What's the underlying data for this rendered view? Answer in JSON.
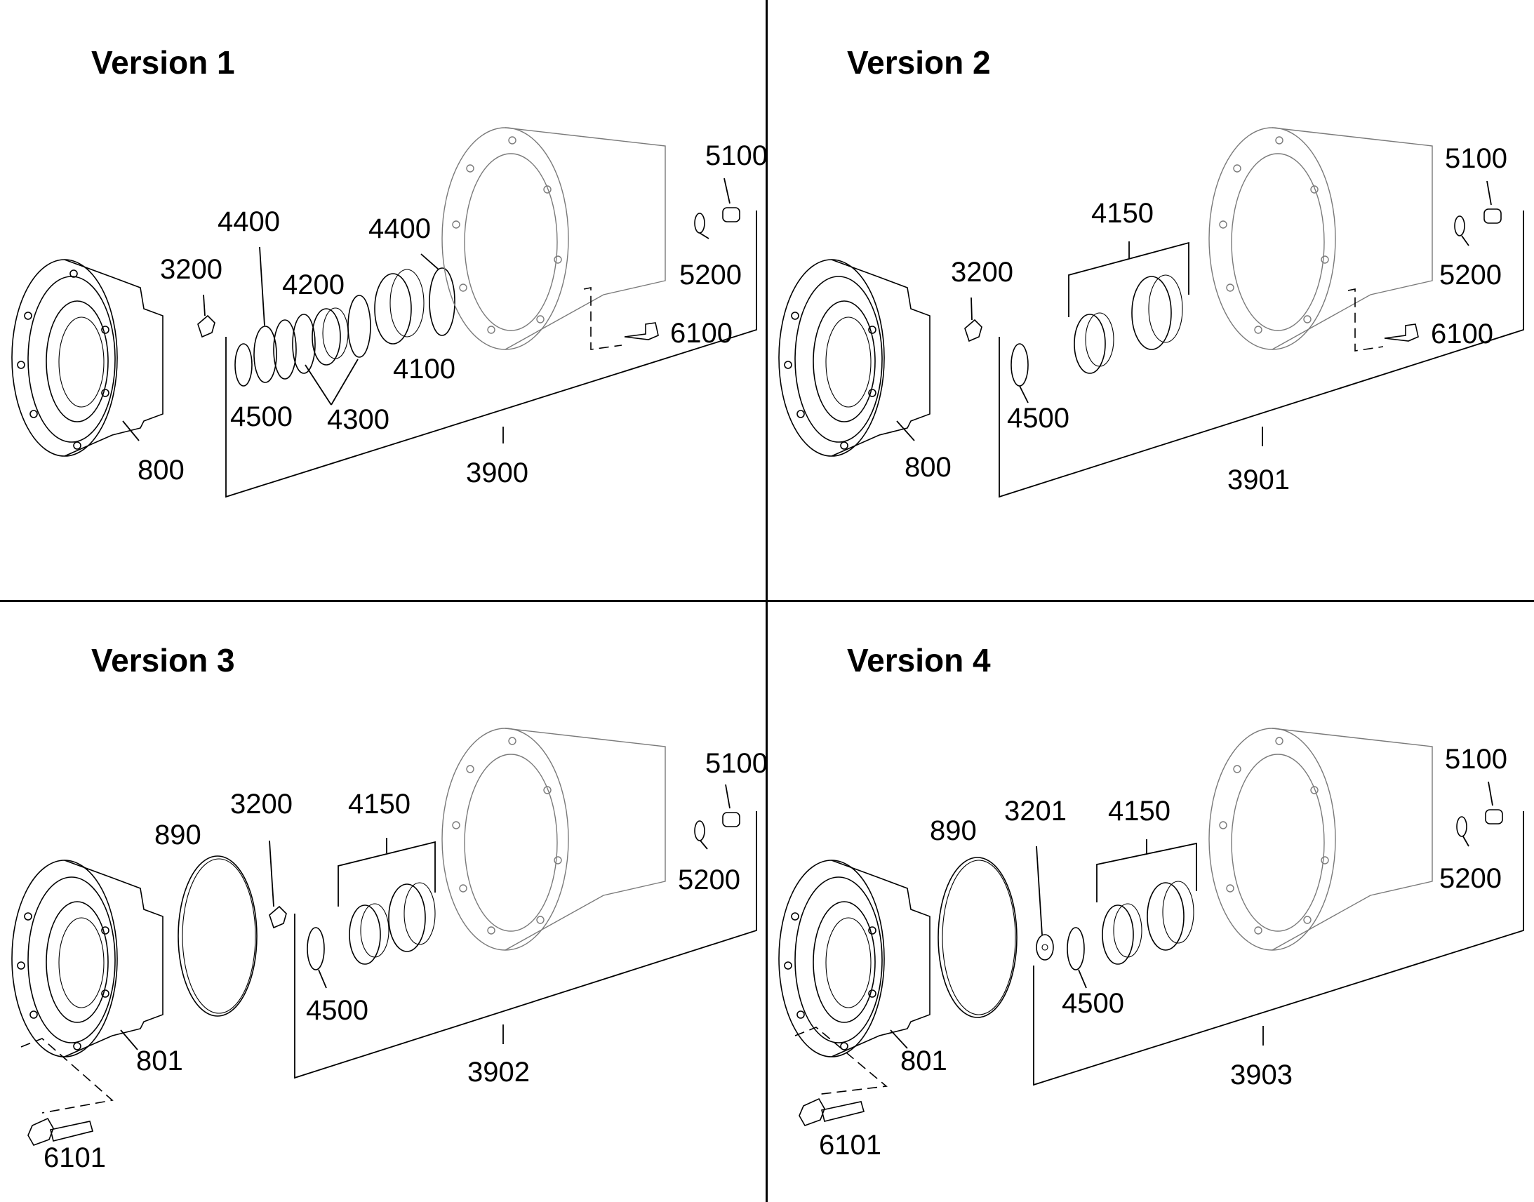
{
  "versions": [
    {
      "title": "Version 1",
      "callouts": [
        "5100",
        "4400",
        "3200",
        "4200",
        "4400",
        "5200",
        "6100",
        "4100",
        "4500",
        "4300",
        "800",
        "3900"
      ]
    },
    {
      "title": "Version 2",
      "callouts": [
        "5100",
        "4150",
        "3200",
        "5200",
        "6100",
        "4500",
        "800",
        "3901"
      ]
    },
    {
      "title": "Version 3",
      "callouts": [
        "5100",
        "3200",
        "4150",
        "890",
        "5200",
        "4500",
        "801",
        "3902",
        "6101"
      ]
    },
    {
      "title": "Version 4",
      "callouts": [
        "5100",
        "3201",
        "4150",
        "890",
        "5200",
        "4500",
        "801",
        "3903",
        "6101"
      ]
    }
  ]
}
